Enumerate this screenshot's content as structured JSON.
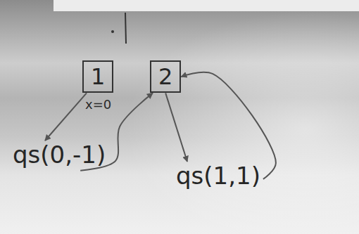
{
  "diagram": {
    "nodes": [
      {
        "text": [
          "1"
        ]
      },
      {
        "text": [
          "2"
        ]
      },
      {
        "text": [
          "qs(0,-1)"
        ]
      },
      {
        "text": [
          "qs(1,1)"
        ]
      }
    ],
    "edges": [
      {
        "from": 0,
        "to": 2,
        "arrow": "to"
      },
      {
        "from": 2,
        "to": 1,
        "arrow": "to"
      },
      {
        "from": 1,
        "to": 3,
        "arrow": "to"
      },
      {
        "from": 3,
        "to": 1,
        "arrow": "to"
      }
    ],
    "labels": [
      "x=0"
    ]
  }
}
